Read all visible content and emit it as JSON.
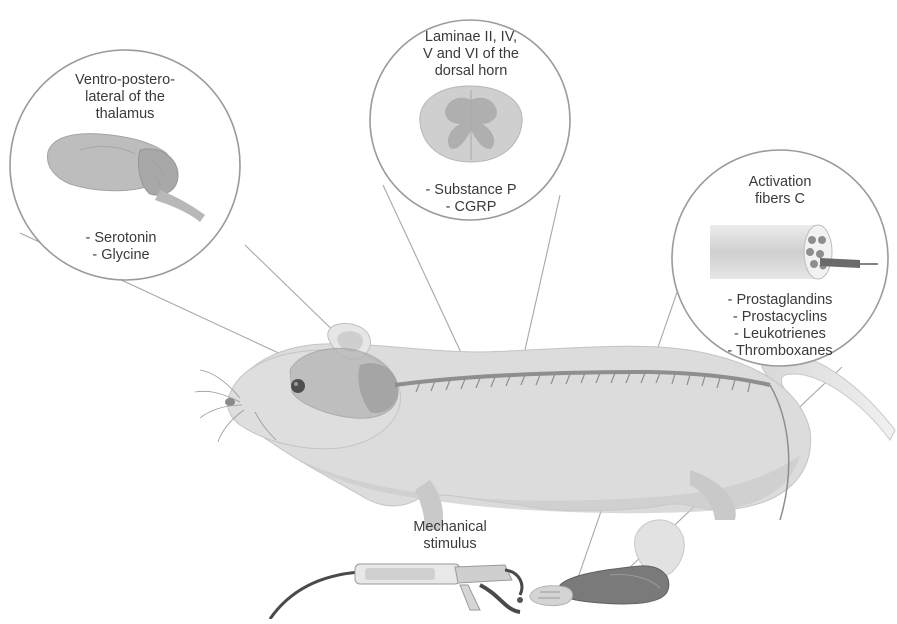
{
  "brain_callout": {
    "title_lines": [
      "Ventro-postero-",
      "lateral of the",
      "thalamus"
    ],
    "items": [
      "- Serotonin",
      "- Glycine"
    ]
  },
  "spinal_callout": {
    "title_lines": [
      "Laminae II, IV,",
      "V and VI of the",
      "dorsal horn"
    ],
    "items": [
      "- Substance P",
      "- CGRP"
    ]
  },
  "fiber_callout": {
    "title_lines": [
      "Activation",
      "fibers C"
    ],
    "items": [
      "- Prostaglandins",
      "- Prostacyclins",
      "- Leukotrienes",
      "- Thromboxanes"
    ]
  },
  "stimulus_label": {
    "lines": [
      "Mechanical",
      "stimulus"
    ]
  },
  "colors": {
    "circle_stroke": "#9a9a9a",
    "callout_line": "#a8a8a8",
    "mouse_body": "#dcdcdc",
    "tissue": "#b5b5b5",
    "dark_tissue": "#6e6e6e",
    "text": "#3a3a3a"
  }
}
